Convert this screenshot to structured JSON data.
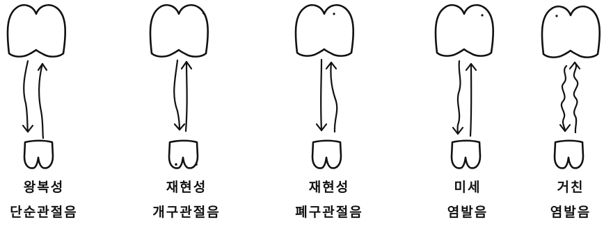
{
  "items": [
    {
      "line1": "왕복성",
      "line2": "단순관절음"
    },
    {
      "line1": "재현성",
      "line2": "개구관절음"
    },
    {
      "line1": "재현성",
      "line2": "폐구관절음"
    },
    {
      "line1": "미세",
      "line2": "염발음"
    },
    {
      "line1": "거친",
      "line2": "염발음"
    }
  ]
}
